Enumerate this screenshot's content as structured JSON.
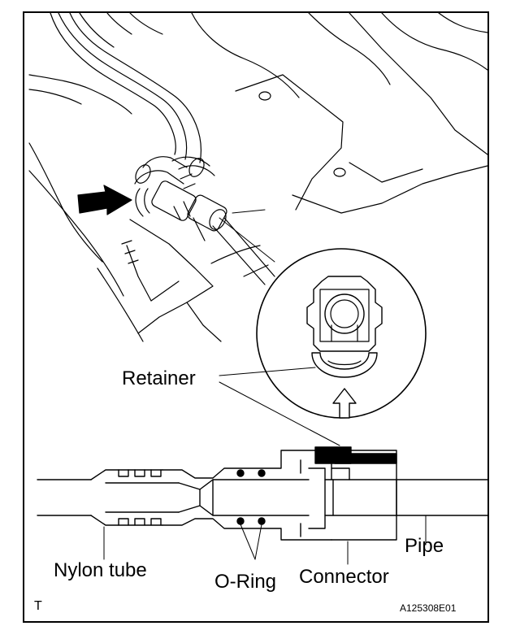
{
  "labels": {
    "retainer": "Retainer",
    "nylon_tube": "Nylon tube",
    "o_ring": "O-Ring",
    "connector": "Connector",
    "pipe": "Pipe"
  },
  "corner_mark": "T",
  "figure_code": "A125308E01",
  "colors": {
    "ink": "#000000",
    "paper": "#ffffff"
  }
}
